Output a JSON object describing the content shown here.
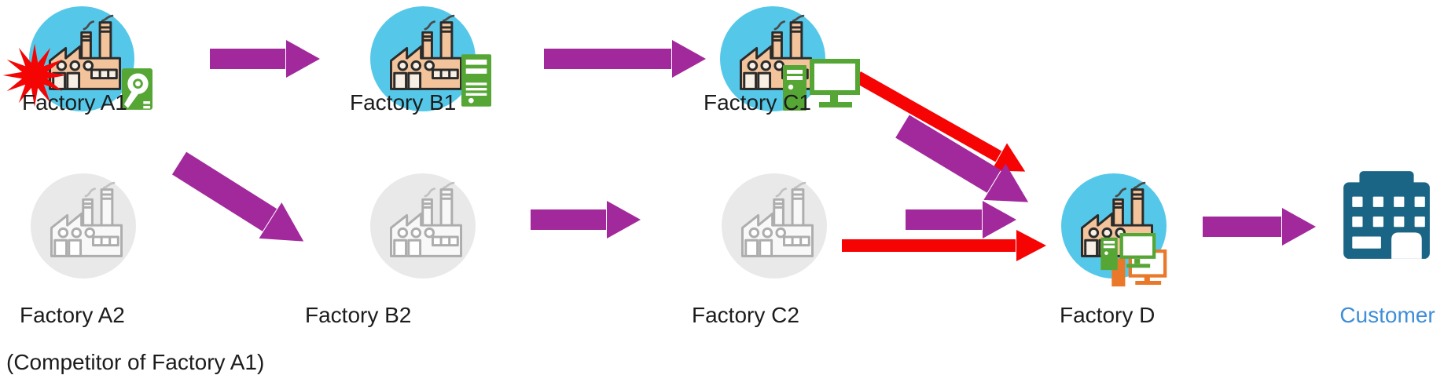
{
  "diagram_type": "supply-chain-flow",
  "nodes": {
    "a1": {
      "label": "Factory A1",
      "status": "active",
      "badges": [
        "explosion-burst-icon",
        "hard-drive-icon"
      ]
    },
    "b1": {
      "label": "Factory B1",
      "status": "active",
      "badges": [
        "server-icon"
      ]
    },
    "c1": {
      "label": "Factory C1",
      "status": "active",
      "badges": [
        "desktop-computer-icon"
      ]
    },
    "a2": {
      "label": "Factory A2",
      "sublabel": "(Competitor of Factory A1)",
      "status": "inactive",
      "badges": []
    },
    "b2": {
      "label": "Factory B2",
      "status": "inactive",
      "badges": []
    },
    "c2": {
      "label": "Factory C2",
      "status": "inactive",
      "badges": []
    },
    "d": {
      "label": "Factory D",
      "status": "active",
      "badges": [
        "desktop-computer-green-icon",
        "desktop-computer-orange-icon"
      ]
    },
    "customer": {
      "label": "Customer",
      "status": "customer",
      "badges": [
        "office-building-icon"
      ]
    }
  },
  "edges": [
    {
      "from": "Factory A1",
      "to": "Factory B1",
      "color": "purple",
      "style": "block-arrow"
    },
    {
      "from": "Factory B1",
      "to": "Factory C1",
      "color": "purple",
      "style": "block-arrow"
    },
    {
      "from": "Factory A2",
      "to": "Factory B2",
      "color": "purple",
      "style": "block-arrow-diagonal"
    },
    {
      "from": "Factory B2",
      "to": "Factory C2",
      "color": "purple",
      "style": "block-arrow"
    },
    {
      "from": "Factory C1",
      "to": "Factory D",
      "color": "red",
      "style": "thin-arrow-diagonal"
    },
    {
      "from": "Factory C1",
      "to": "Factory D",
      "color": "purple",
      "style": "block-arrow-diagonal"
    },
    {
      "from": "Factory C2",
      "to": "Factory D",
      "color": "purple",
      "style": "block-arrow"
    },
    {
      "from": "Factory C2",
      "to": "Factory D",
      "color": "red",
      "style": "thin-arrow"
    },
    {
      "from": "Factory D",
      "to": "Customer",
      "color": "purple",
      "style": "block-arrow"
    }
  ],
  "colors": {
    "arrow_purple": "#A2299C",
    "alert_red": "#F60303",
    "node_active_background": "#55C8E9",
    "node_inactive_background": "#E9E9E9",
    "icon_green": "#56A636",
    "icon_orange": "#E9782A",
    "customer_building": "#1A6585",
    "customer_label": "#3E8ED8",
    "label_text": "#1C1C1C"
  }
}
